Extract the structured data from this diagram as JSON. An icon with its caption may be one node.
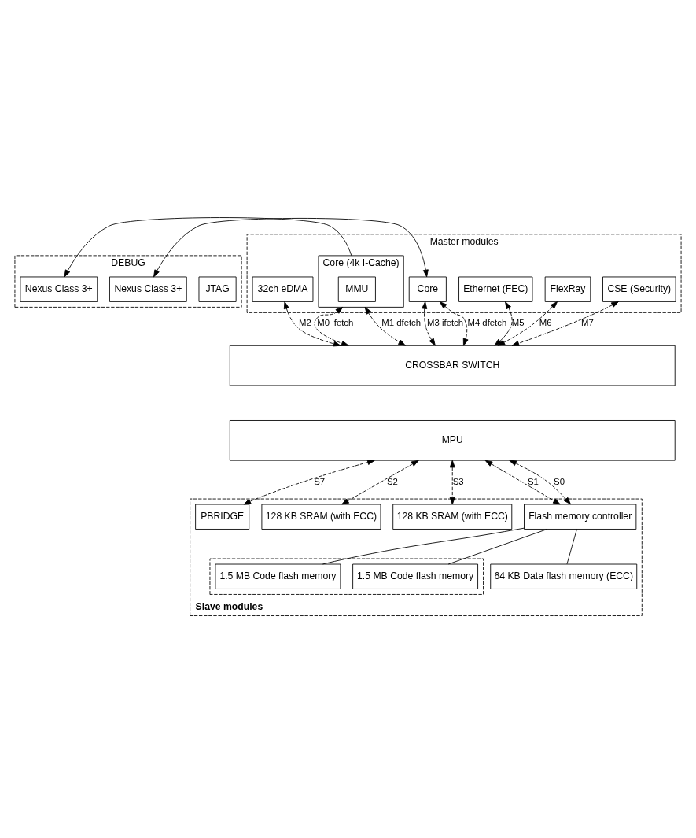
{
  "diagram": {
    "nodes": [
      {
        "text": [
          "DEBUG"
        ]
      },
      {
        "text": [
          "JTAG"
        ],
        "in": 0
      },
      {
        "text": [
          "Nexus Class 3+"
        ],
        "in": 0
      },
      {
        "text": [
          "Nexus Class 3+"
        ],
        "in": 0
      },
      {
        "text": [
          "Master modules"
        ]
      },
      {
        "text": [
          "32ch eDMA"
        ],
        "in": 4
      },
      {
        "text": [
          "Core (4k I-Cache)"
        ],
        "in": 4
      },
      {
        "text": [
          "MMU"
        ],
        "in": 6
      },
      {
        "text": [
          "Core"
        ],
        "in": 4
      },
      {
        "text": [
          "Ethernet (FEC)"
        ],
        "in": 4
      },
      {
        "text": [
          "FlexRay"
        ],
        "in": 4
      },
      {
        "text": [
          "CSE (Security)"
        ],
        "in": 4
      },
      {
        "text": [
          "CROSSBAR SWITCH"
        ]
      },
      {
        "text": [
          "MPU"
        ]
      },
      {
        "text": [
          "Slave modules"
        ]
      },
      {
        "text": [
          "PBRIDGE"
        ],
        "in": 14
      },
      {
        "text": [
          "128 KB SRAM (with ECC)"
        ],
        "in": 14
      },
      {
        "text": [
          "128 KB SRAM (with ECC)"
        ],
        "in": 14
      },
      {
        "text": [
          "Flash memory controller"
        ],
        "in": 14
      },
      {
        "text": [],
        "shape": "box",
        "in": 14
      },
      {
        "text": [
          "1.5 MB Code flash memory"
        ],
        "in": 19
      },
      {
        "text": [
          "1.5 MB Code flash memory"
        ],
        "in": 19
      },
      {
        "text": [
          "64 KB Data flash memory (ECC)"
        ],
        "in": 14
      }
    ],
    "edges": [
      {
        "from": 8,
        "to": 2,
        "arrow": "both"
      },
      {
        "from": 6,
        "to": 3,
        "arrow": "to"
      },
      {
        "from": 5,
        "to": 12,
        "arrow": "both",
        "label": "M2",
        "style": "dashed"
      },
      {
        "from": 6,
        "to": 12,
        "arrow": "both",
        "label": "M0 ifetch",
        "style": "dashed"
      },
      {
        "from": 6,
        "to": 12,
        "arrow": "both",
        "label": "M1 dfetch",
        "style": "dashed"
      },
      {
        "from": 8,
        "to": 12,
        "arrow": "both",
        "label": "M3 ifetch",
        "style": "dashed"
      },
      {
        "from": 8,
        "to": 12,
        "arrow": "both",
        "label": "M4 dfetch",
        "style": "dashed"
      },
      {
        "from": 9,
        "to": 12,
        "arrow": "both",
        "label": "M5",
        "style": "dashed"
      },
      {
        "from": 10,
        "to": 12,
        "arrow": "both",
        "label": "M6",
        "style": "dashed"
      },
      {
        "from": 11,
        "to": 12,
        "arrow": "both",
        "label": "M7",
        "style": "dashed"
      },
      {
        "from": 13,
        "to": 15,
        "arrow": "both",
        "label": "S7",
        "style": "dashed"
      },
      {
        "from": 13,
        "to": 16,
        "arrow": "both",
        "label": "S2",
        "style": "dashed"
      },
      {
        "from": 13,
        "to": 17,
        "arrow": "both",
        "label": "S3",
        "style": "dashed"
      },
      {
        "from": 13,
        "to": 18,
        "arrow": "both",
        "label": "S1",
        "style": "dashed"
      },
      {
        "from": 13,
        "to": 18,
        "arrow": "both",
        "label": "S0",
        "style": "dashed"
      },
      {
        "from": 18,
        "to": 20,
        "arrow": "none"
      },
      {
        "from": 18,
        "to": 21,
        "arrow": "none"
      },
      {
        "from": 18,
        "to": 22,
        "arrow": "none"
      }
    ]
  }
}
